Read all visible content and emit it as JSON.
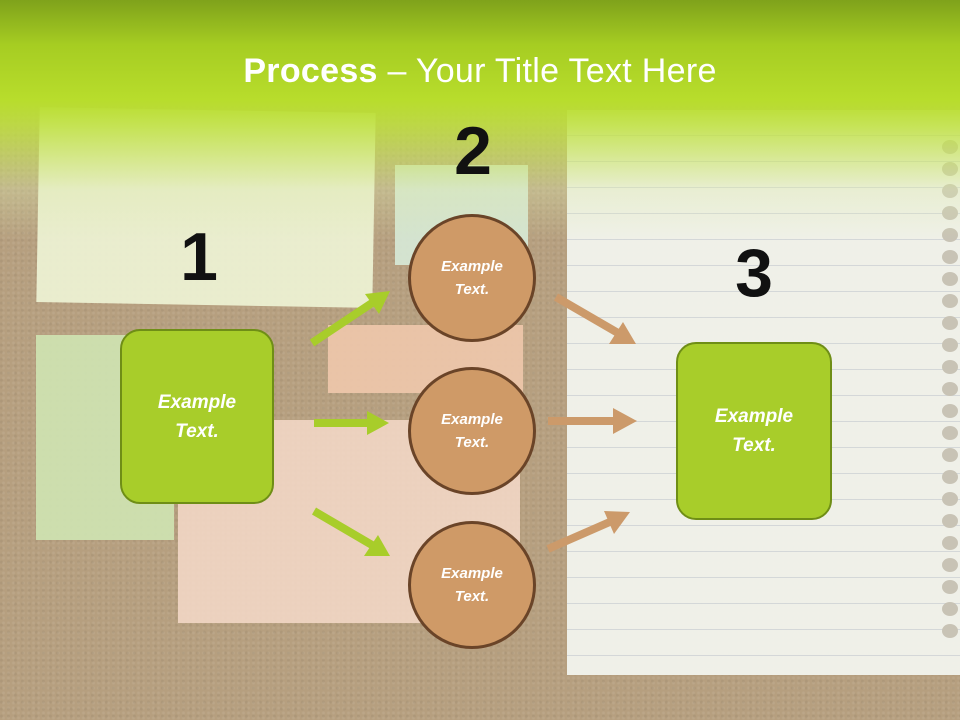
{
  "title": {
    "bold": "Process",
    "rest": " – Your Title Text Here"
  },
  "steps": [
    {
      "number": "1",
      "text": "Example\nText."
    },
    {
      "number": "2",
      "items": [
        "Example\nText.",
        "Example\nText.",
        "Example\nText."
      ]
    },
    {
      "number": "3",
      "text": "Example\nText."
    }
  ],
  "colors": {
    "green": "#a8cd2a",
    "brown": "#cf9a67",
    "green_arrow": "#a8cd2a",
    "brown_arrow": "#cc9a6a"
  }
}
